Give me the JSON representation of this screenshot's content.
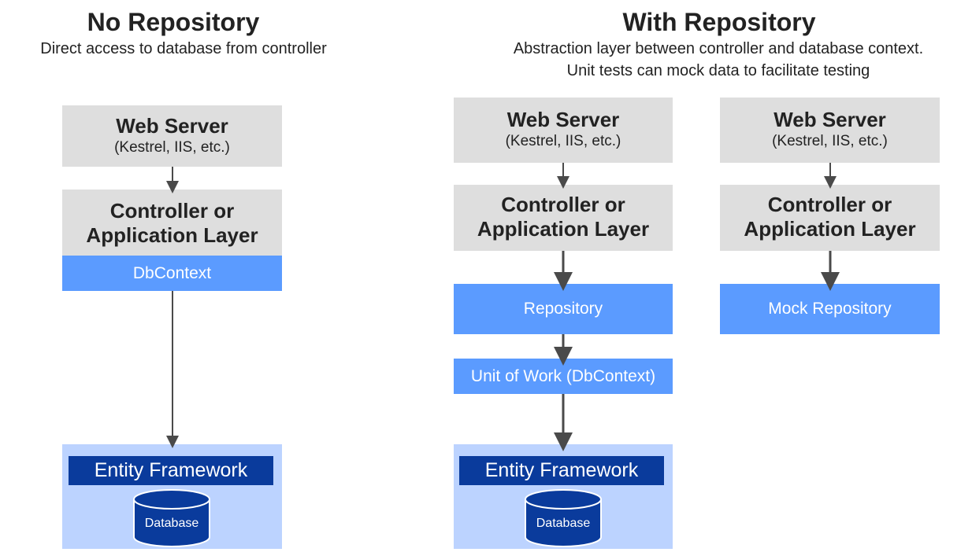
{
  "left": {
    "title": "No Repository",
    "subtitle": "Direct access to database from controller",
    "web_server": {
      "title": "Web Server",
      "detail": "(Kestrel, IIS, etc.)"
    },
    "controller": {
      "line1": "Controller or",
      "line2": "Application Layer"
    },
    "dbcontext": "DbContext",
    "entity_framework": "Entity Framework",
    "database": "Database"
  },
  "right": {
    "title": "With Repository",
    "subtitle_line1": "Abstraction layer between controller and database context.",
    "subtitle_line2": "Unit tests can mock data to facilitate testing",
    "web_server": {
      "title": "Web Server",
      "detail": "(Kestrel, IIS, etc.)"
    },
    "controller": {
      "line1": "Controller or",
      "line2": "Application Layer"
    },
    "repository": "Repository",
    "unit_of_work": "Unit of Work (DbContext)",
    "entity_framework": "Entity Framework",
    "database": "Database",
    "mock": {
      "web_server": {
        "title": "Web Server",
        "detail": "(Kestrel, IIS, etc.)"
      },
      "controller": {
        "line1": "Controller or",
        "line2": "Application Layer"
      },
      "mock_repository": "Mock Repository"
    }
  },
  "colors": {
    "grey_box": "#dedede",
    "blue_box": "#5b9bff",
    "light_blue_box": "#bcd3ff",
    "navy_box": "#0a3b9c",
    "arrow": "#4a4a4a"
  }
}
